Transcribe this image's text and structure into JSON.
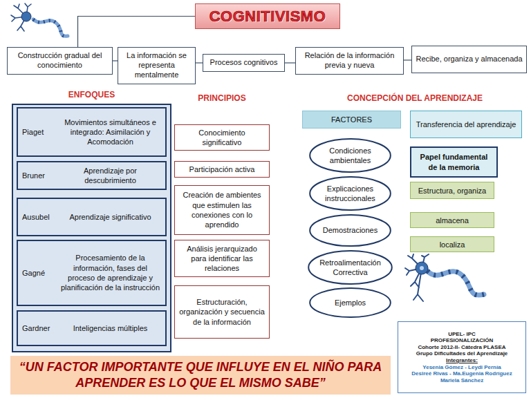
{
  "diagram": {
    "nodes": [
      {
        "text": [
          "COGNITIVISMO"
        ]
      },
      {
        "text": [
          "Construcción gradual del conocimiento"
        ]
      },
      {
        "text": [
          "La información se representa mentalmente"
        ]
      },
      {
        "text": [
          "Procesos cognitivos"
        ]
      },
      {
        "text": [
          "Relación de la información previa y nueva"
        ]
      },
      {
        "text": [
          "Recibe, organiza y almacenada"
        ]
      },
      {
        "text": [
          "ENFOQUES"
        ]
      },
      {
        "text": [
          "Piaget",
          "Movimientos simultáneos e integrado: Asimilación y Acomodación"
        ],
        "in": 6
      },
      {
        "text": [
          "Bruner",
          "Aprendizaje por descubrimiento"
        ],
        "in": 6
      },
      {
        "text": [
          "Ausubel",
          "Aprendizaje significativo"
        ],
        "in": 6
      },
      {
        "text": [
          "Gagné",
          "Procesamiento de la información, fases del proceso de aprendizaje y planificación de la instrucción"
        ],
        "in": 6
      },
      {
        "text": [
          "Gardner",
          "Inteligencias múltiples"
        ],
        "in": 6
      },
      {
        "text": [
          "Conocimiento significativo"
        ]
      },
      {
        "text": [
          "Participación activa"
        ]
      },
      {
        "text": [
          "Creación de ambientes que estimulen las conexiones con lo aprendido"
        ]
      },
      {
        "text": [
          "Análisis jerarquizado para identificar las relaciones"
        ]
      },
      {
        "text": [
          "Estructuración, organización y secuencia de la información"
        ]
      },
      {
        "text": [
          "FACTORES"
        ]
      },
      {
        "text": [
          "Condiciones ambientales"
        ]
      },
      {
        "text": [
          "Explicaciones instruccionales"
        ]
      },
      {
        "text": [
          "Demostraciones"
        ]
      },
      {
        "text": [
          "Retroalimentación Correctiva"
        ]
      },
      {
        "text": [
          "Ejemplos"
        ]
      },
      {
        "text": [
          "Transferencia del aprendizaje"
        ]
      },
      {
        "text": [
          "Papel fundamental de la memoria"
        ]
      },
      {
        "text": [
          "Estructura, organiza"
        ]
      },
      {
        "text": [
          "almacena"
        ]
      },
      {
        "text": [
          "localiza"
        ]
      },
      {
        "text": [
          "UPEL- IPC",
          "PROFESIONALIZACIÓN",
          "Cohorte 2012-II- Cátedra PLASEA",
          "Grupo Dificultades del Aprendizaje",
          "Integrantes:",
          "Yesenia Gómez - Leydi Pernía",
          "Desireé Rivas - Ma.Eugenia Rodríguez",
          "Mariela Sánchez"
        ]
      },
      {
        "text": [
          "“UN FACTOR IMPORTANTE QUE INFLUYE EN EL NIÑO PARA APRENDER ES LO QUE EL MISMO SABE”"
        ]
      }
    ],
    "edges": [
      {
        "from": 0,
        "to": 1,
        "arrow": "none"
      },
      {
        "from": 1,
        "to": 2,
        "arrow": "none"
      },
      {
        "from": 2,
        "to": 3,
        "arrow": "none"
      },
      {
        "from": 3,
        "to": 4,
        "arrow": "none"
      },
      {
        "from": 4,
        "to": 5,
        "arrow": "none"
      }
    ],
    "labels": [
      "PRINCIPIOS",
      "CONCEPCIÓN DEL APRENDIZAJE"
    ]
  }
}
